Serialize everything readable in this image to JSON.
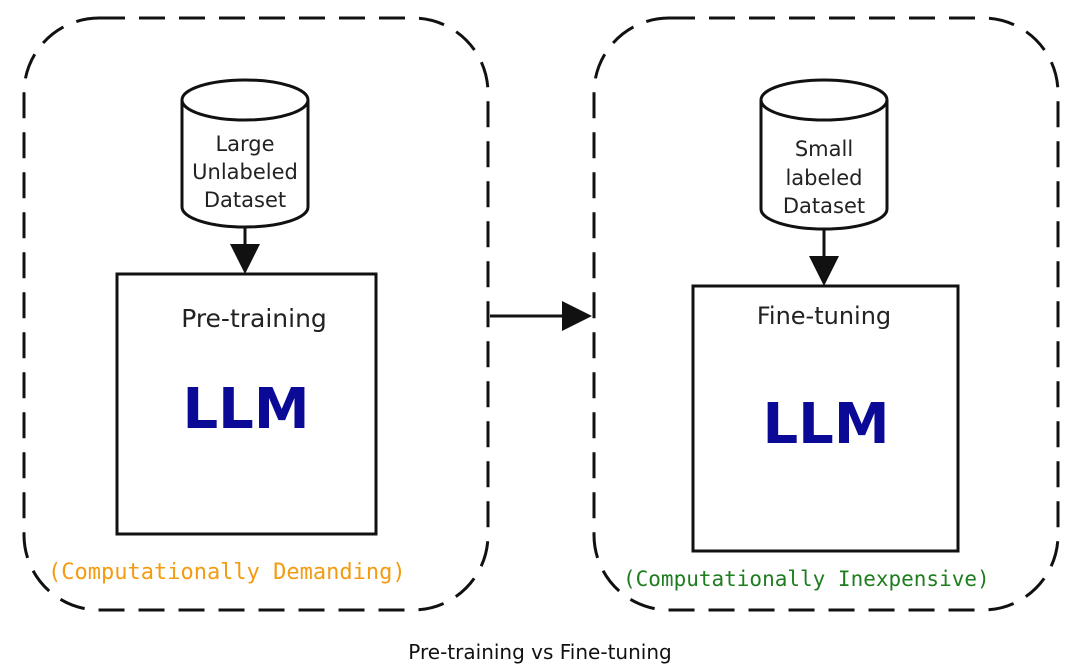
{
  "stages": [
    {
      "id": "pretraining",
      "dataset_lines": [
        "Large",
        "Unlabeled",
        "Dataset"
      ],
      "box_title": "Pre-training",
      "model_label": "LLM",
      "cost_label": "(Computationally Demanding)",
      "cost_color": "#f39c12"
    },
    {
      "id": "finetuning",
      "dataset_lines": [
        "Small",
        "labeled",
        "Dataset"
      ],
      "box_title": "Fine-tuning",
      "model_label": "LLM",
      "cost_label": "(Computationally Inexpensive)",
      "cost_color": "#1e7d1e"
    }
  ],
  "colors": {
    "llm": "#0a0a96",
    "stroke": "#111111"
  },
  "caption": "Pre-training vs Fine-tuning"
}
